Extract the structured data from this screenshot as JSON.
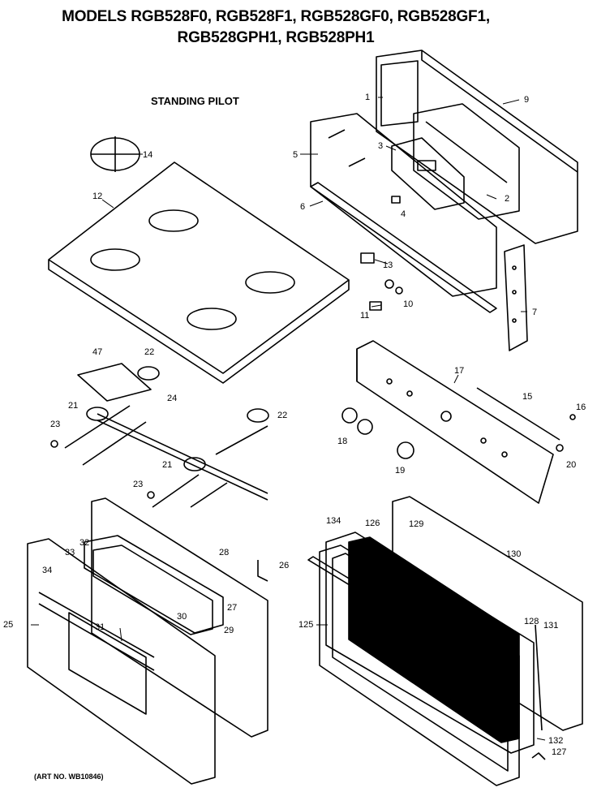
{
  "title_line1": "MODELS RGB528F0, RGB528F1, RGB528GF0, RGB528GF1,",
  "title_line2": "RGB528GPH1, RGB528PH1",
  "subtitle": "STANDING PILOT",
  "art_no": "(ART NO. WB10846)",
  "callouts": [
    "1",
    "9",
    "3",
    "5",
    "2",
    "6",
    "4",
    "13",
    "10",
    "11",
    "7",
    "14",
    "12",
    "47",
    "22",
    "24",
    "21",
    "23",
    "22",
    "21",
    "23",
    "17",
    "15",
    "16",
    "18",
    "19",
    "20",
    "28",
    "32",
    "33",
    "34",
    "26",
    "27",
    "30",
    "29",
    "31",
    "25",
    "134",
    "126",
    "129",
    "130",
    "125",
    "128",
    "131",
    "132",
    "127"
  ]
}
